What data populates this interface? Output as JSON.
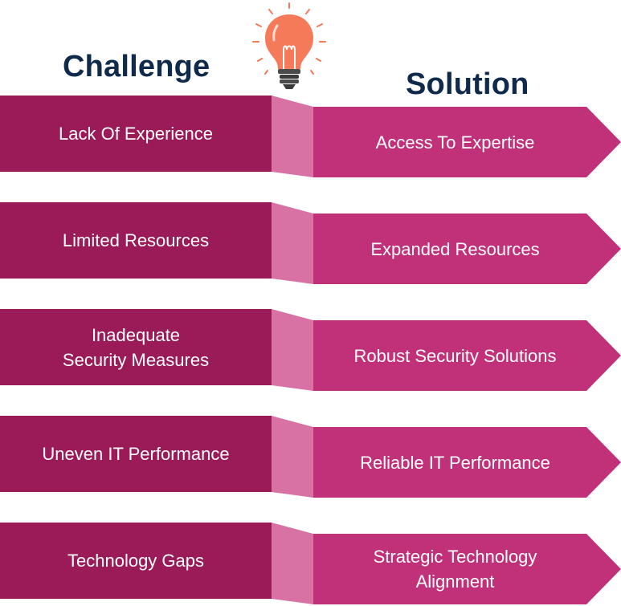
{
  "headings": {
    "challenge": "Challenge",
    "solution": "Solution"
  },
  "rows": [
    {
      "challenge": "Lack Of Experience",
      "solution": "Access To Expertise"
    },
    {
      "challenge": "Limited Resources",
      "solution": "Expanded Resources"
    },
    {
      "challenge": "Inadequate\nSecurity Measures",
      "solution": "Robust Security Solutions"
    },
    {
      "challenge": "Uneven IT Performance",
      "solution": "Reliable IT Performance"
    },
    {
      "challenge": "Technology Gaps",
      "solution": "Strategic Technology\nAlignment"
    }
  ],
  "colors": {
    "challenge_fill": "#9b1a58",
    "solution_fill": "#c0317a",
    "connector_fill": "#d872a4",
    "heading_text": "#0f2a4a",
    "bulb_glass": "#f47a5a",
    "bulb_base": "#3a3a3a"
  },
  "icons": {
    "bulb": "lightbulb-icon"
  }
}
